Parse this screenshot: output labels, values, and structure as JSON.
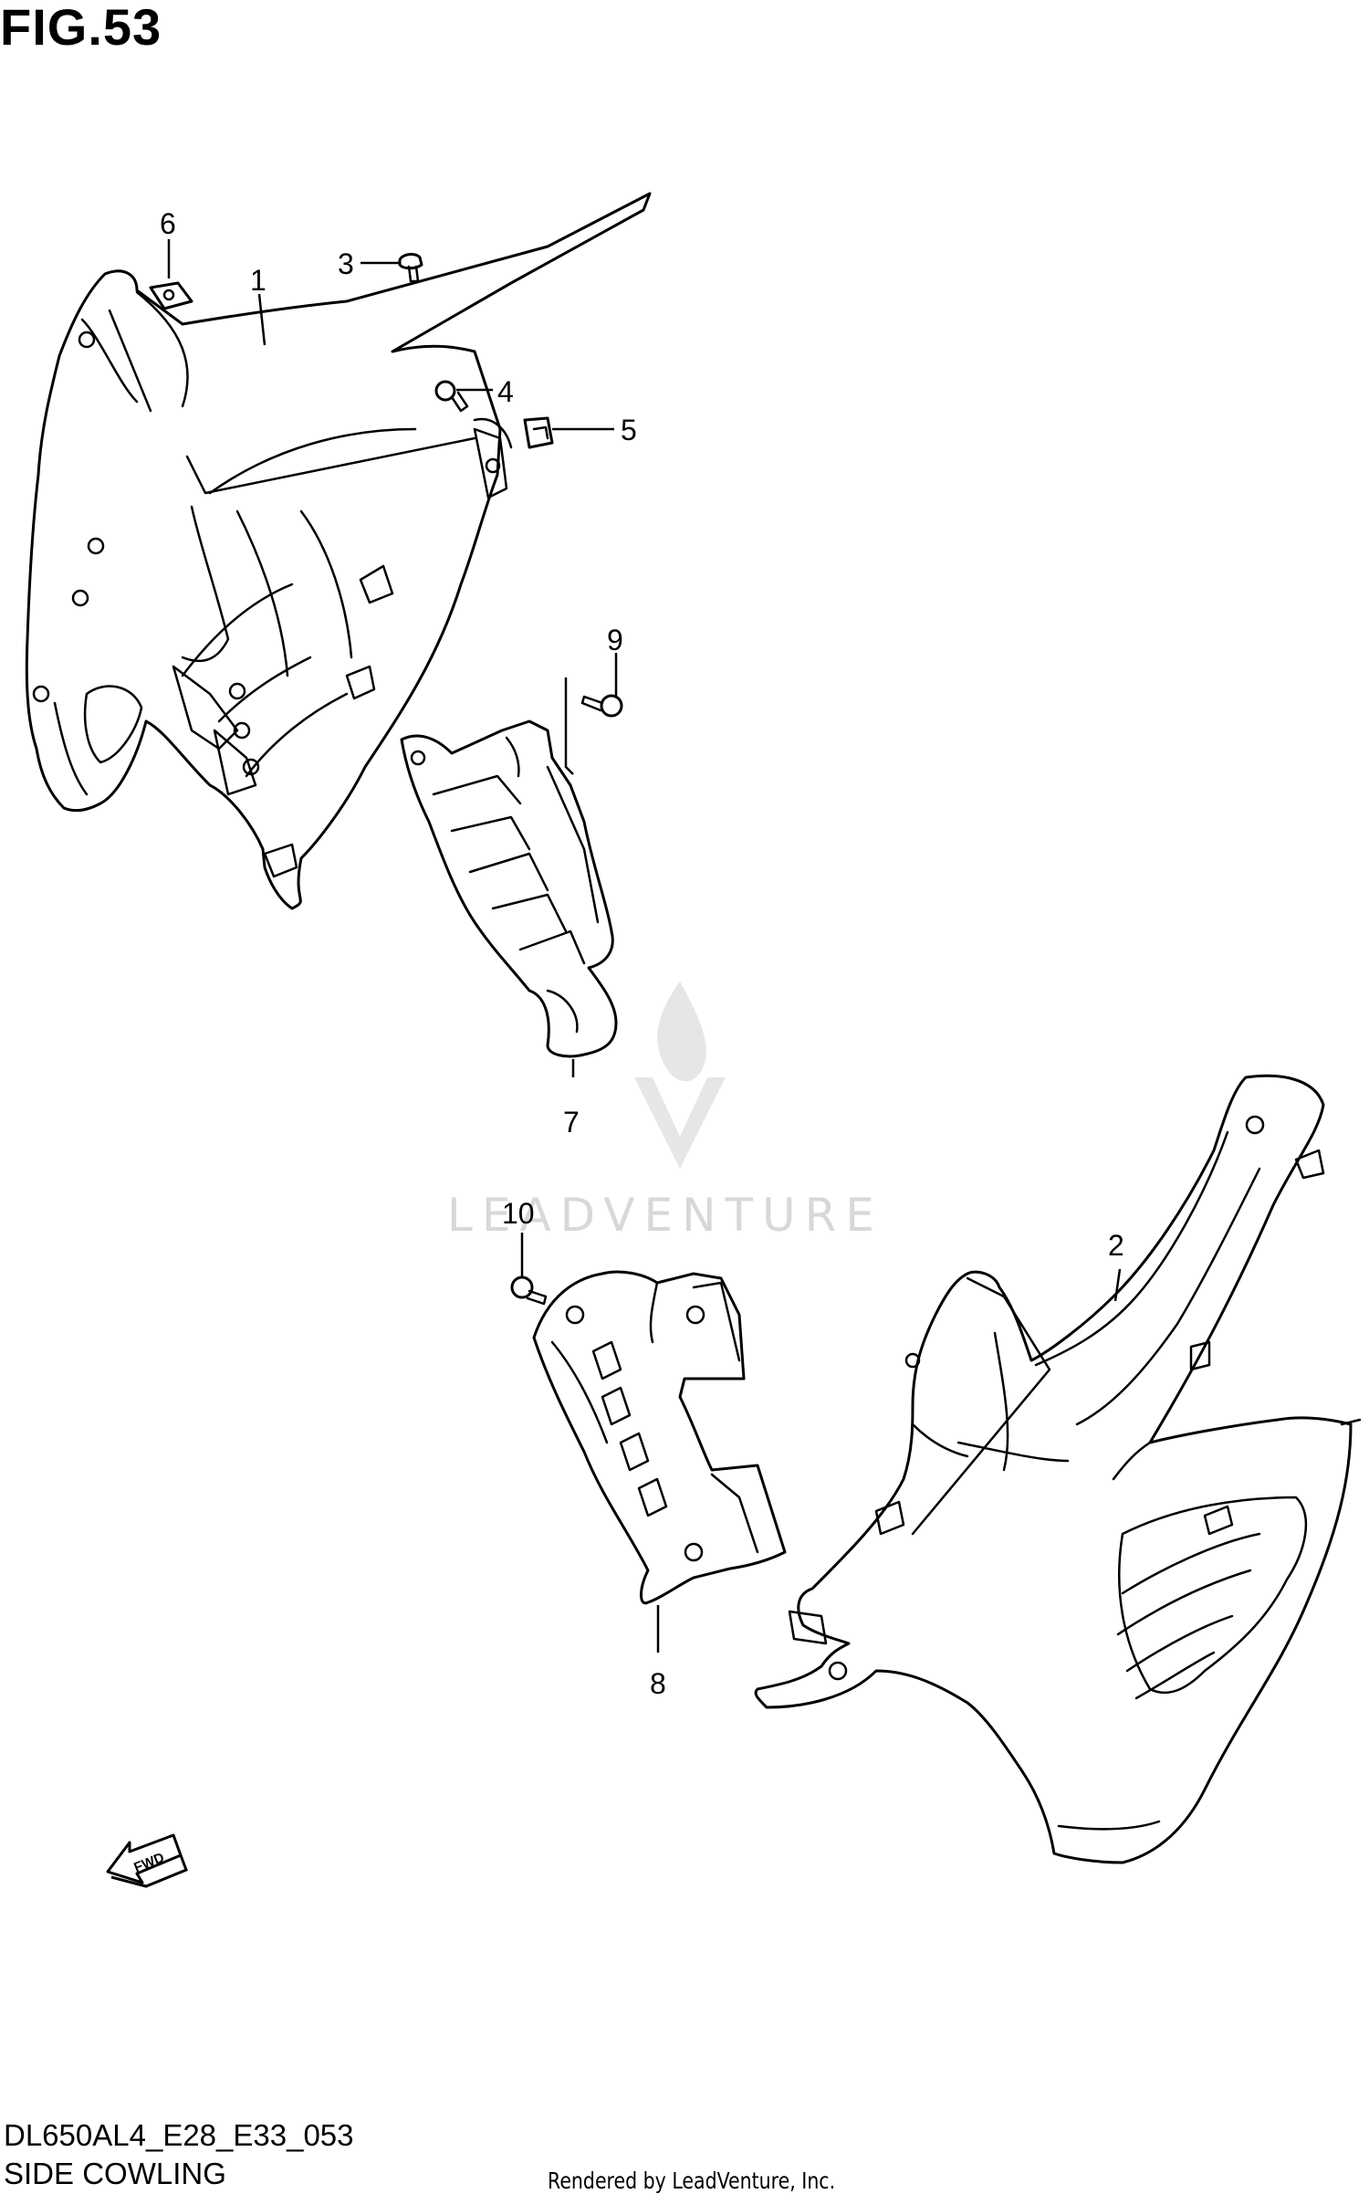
{
  "figure": {
    "title": "FIG.53"
  },
  "callouts": [
    {
      "id": "1",
      "label": "1"
    },
    {
      "id": "2",
      "label": "2"
    },
    {
      "id": "3",
      "label": "3"
    },
    {
      "id": "4",
      "label": "4"
    },
    {
      "id": "5",
      "label": "5"
    },
    {
      "id": "6",
      "label": "6"
    },
    {
      "id": "7",
      "label": "7"
    },
    {
      "id": "8",
      "label": "8"
    },
    {
      "id": "9",
      "label": "9"
    },
    {
      "id": "10",
      "label": "10"
    }
  ],
  "fwd_arrow": {
    "label": "FWD"
  },
  "watermark": {
    "text": "LEADVENTURE"
  },
  "footer": {
    "diagram_code": "DL650AL4_E28_E33_053",
    "title": "SIDE COWLING",
    "rendered_by": "Rendered by LeadVenture, Inc."
  }
}
